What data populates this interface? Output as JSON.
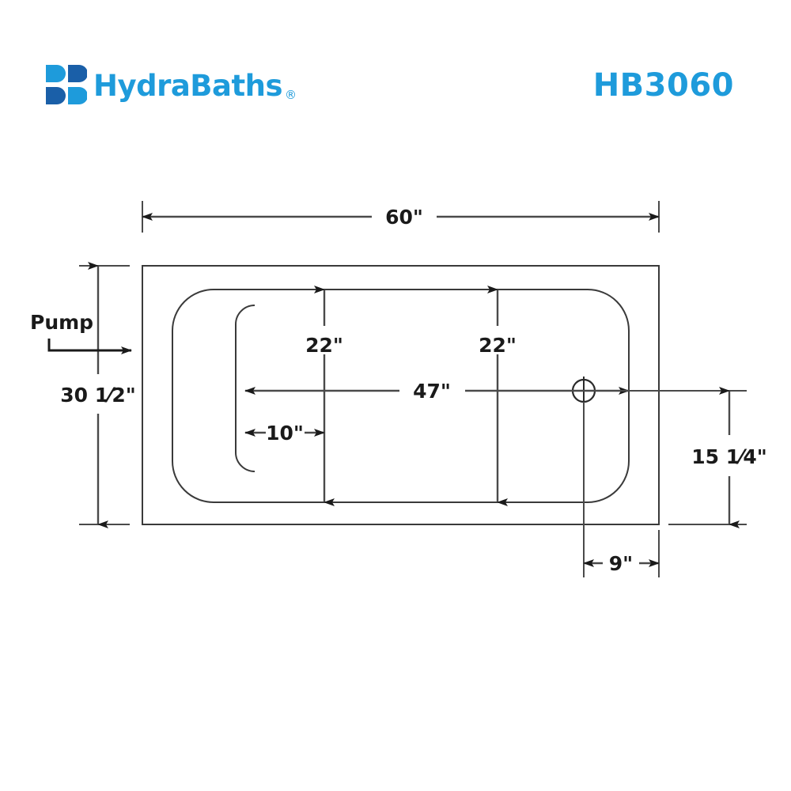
{
  "header": {
    "brand_name": "HydraBaths",
    "registered_mark": "®",
    "model_number": "HB3060",
    "brand_color": "#1e9bdb",
    "logo_light_color": "#1e9bdb",
    "logo_dark_color": "#1a5fa8",
    "logo_icon": "hydrabaths-four-droplet-logo"
  },
  "drawing": {
    "title": "HB3060 bathtub dimension drawing",
    "line_color": "#3a3a3a",
    "dimensions": {
      "overall_length": "60\"",
      "overall_width_whole": "30",
      "overall_width_fraction_num": "1",
      "overall_width_fraction_den": "2",
      "overall_width_unit": "\"",
      "overall_width_full": "30 ½\"",
      "interior_length": "47\"",
      "armrest_offset": "10\"",
      "basin_depth_left": "22\"",
      "basin_depth_right": "22\"",
      "drain_to_end_whole": "15",
      "drain_to_end_fraction_num": "1",
      "drain_to_end_fraction_den": "4",
      "drain_to_end_unit": "\"",
      "drain_to_end_full": "15 ¼\"",
      "drain_offset": "9\""
    },
    "annotations": {
      "pump_label": "Pump"
    },
    "features": {
      "drain_symbol": "drain-crosshair",
      "tub_outline": "rectangular-tub-outline",
      "basin_outline": "rounded-basin-outline",
      "armrest_outline": "armrest-ledge-curve"
    }
  }
}
